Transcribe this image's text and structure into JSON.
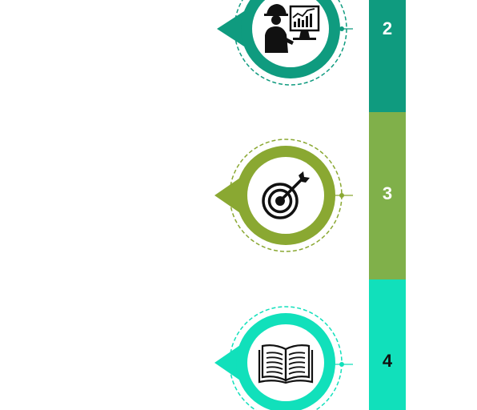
{
  "steps": [
    {
      "number": "2",
      "icon": "engineer-with-chart-monitor-icon",
      "color": "#0f9b7f"
    },
    {
      "number": "3",
      "icon": "target-with-arrow-icon",
      "color": "#8aa832"
    },
    {
      "number": "4",
      "icon": "open-book-icon",
      "color": "#11e0bb"
    }
  ]
}
